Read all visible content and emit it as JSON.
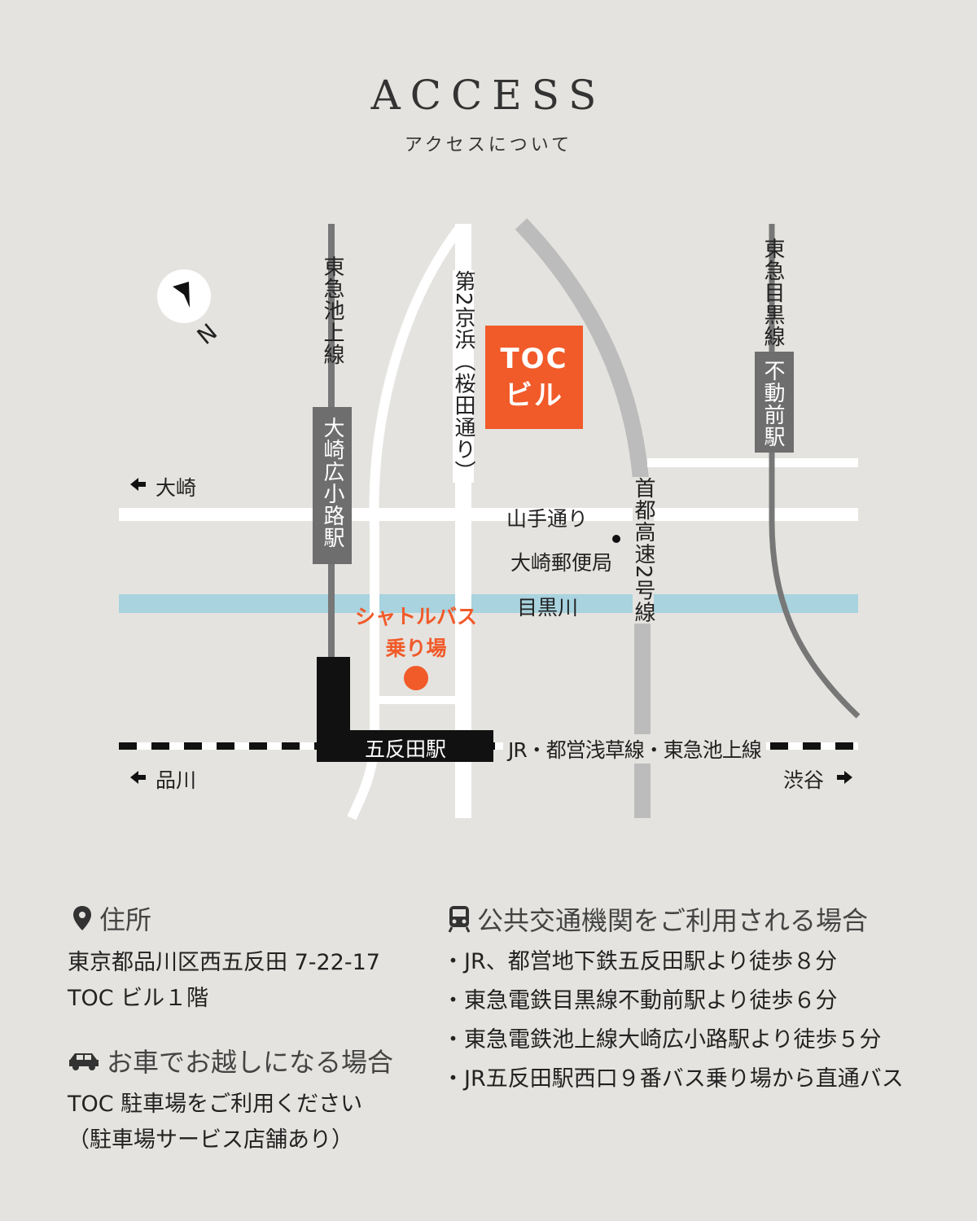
{
  "header": {
    "title": "ACCESS",
    "subtitle": "アクセスについて"
  },
  "map": {
    "compass_label": "N",
    "lines": {
      "ikegami": "東急池上線",
      "meguro": "東急目黒線",
      "expressway": "首都高速2号線",
      "keihin": "第2京浜（桜田通り）",
      "rail": "JR・都営浅草線・東急池上線"
    },
    "stations": {
      "osaki_hirokoji": "大崎広小路駅",
      "fudomae": "不動前駅",
      "gotanda": "五反田駅"
    },
    "roads": {
      "yamate": "山手通り"
    },
    "river": "目黒川",
    "post_office": "大崎郵便局",
    "building": {
      "line1": "TOC",
      "line2": "ビル"
    },
    "shuttle": {
      "line1": "シャトルバス",
      "line2": "乗り場"
    },
    "directions": {
      "osaki": "大崎",
      "shinagawa": "品川",
      "shibuya": "渋谷"
    },
    "colors": {
      "accent": "#f15a29",
      "river": "#a8d3df",
      "expressway": "#bcbcbc",
      "rail_line": "#777777"
    }
  },
  "address": {
    "heading": "住所",
    "line1": "東京都品川区西五反田 7-22-17",
    "line2": "TOC ビル１階"
  },
  "car": {
    "heading": "お車でお越しになる場合",
    "line1": "TOC 駐車場をご利用ください",
    "line2": "（駐車場サービス店舗あり）"
  },
  "transit": {
    "heading": "公共交通機関をご利用される場合",
    "items": [
      "・JR、都営地下鉄五反田駅より徒歩８分",
      "・東急電鉄目黒線不動前駅より徒歩６分",
      "・東急電鉄池上線大崎広小路駅より徒歩５分",
      "・JR五反田駅西口９番バス乗り場から直通バス"
    ]
  }
}
